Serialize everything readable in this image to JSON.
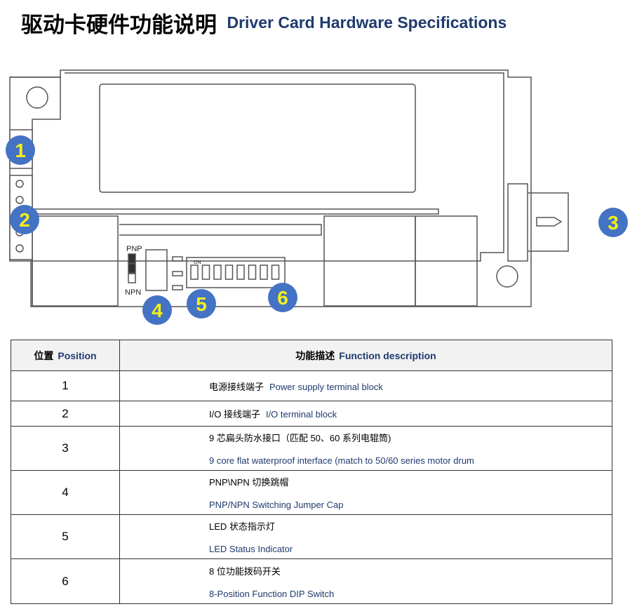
{
  "title": {
    "cn": "驱动卡硬件功能说明",
    "en": "Driver Card Hardware Specifications"
  },
  "diagram": {
    "labels": {
      "pnp": "PNP",
      "npn": "NPN",
      "on": "ON"
    },
    "callouts": [
      "1",
      "2",
      "3",
      "4",
      "5",
      "6"
    ],
    "colors": {
      "callout_fill": "#4472c4",
      "callout_text": "#f5ef1a"
    }
  },
  "table": {
    "header": {
      "pos_cn": "位置",
      "pos_en": "Position",
      "func_cn": "功能描述",
      "func_en": "Function description"
    },
    "rows": [
      {
        "pos": "1",
        "cn": "电源接线端子",
        "en": "Power supply terminal block"
      },
      {
        "pos": "2",
        "cn": "I/O 接线端子",
        "en": "I/O terminal block"
      },
      {
        "pos": "3",
        "cn": "9 芯扁头防水接口（匹配 50、60 系列电辊筒)",
        "en": "9 core flat waterproof interface (match to 50/60 series motor drum"
      },
      {
        "pos": "4",
        "cn": "PNP\\NPN 切换跳帽",
        "en": "PNP/NPN Switching Jumper Cap"
      },
      {
        "pos": "5",
        "cn": "LED 状态指示灯",
        "en": "LED Status Indicator"
      },
      {
        "pos": "6",
        "cn": "8 位功能拨码开关",
        "en": "8-Position Function DIP Switch"
      }
    ]
  }
}
